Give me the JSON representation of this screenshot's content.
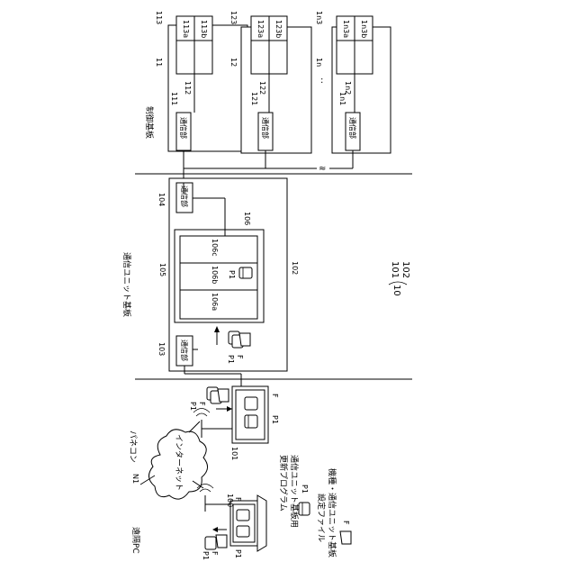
{
  "diagram": {
    "remote_pc": {
      "title": "遠隔PC",
      "ref": "100"
    },
    "internet": {
      "label": "インターネット",
      "ref": "N1"
    },
    "pasocon": {
      "title": "パネコン",
      "ref": "101"
    },
    "comm_unit_board": {
      "title": "通信ユニット基板",
      "ref": "102"
    },
    "comm_103": {
      "label": "通信部",
      "ref": "103"
    },
    "comm_104": {
      "label": "通信部",
      "ref": "104"
    },
    "memory": {
      "ref_outer": "105",
      "ref_inner": "106",
      "cells": [
        "106a",
        "106b",
        "106c"
      ]
    },
    "control_board_title": "制御基板",
    "boards": [
      {
        "ref": "11",
        "comm_label": "通信部",
        "comm_ref": "111",
        "mem_ref": "112",
        "outer_ref": "113",
        "cells": [
          "113a",
          "113b"
        ]
      },
      {
        "ref": "12",
        "comm_label": "通信部",
        "comm_ref": "121",
        "mem_ref": "122",
        "outer_ref": "123",
        "cells": [
          "123a",
          "123b"
        ]
      },
      {
        "ref": "1n",
        "comm_label": "通信部",
        "comm_ref": "1n1",
        "mem_ref": "1n2",
        "outer_ref": "1n3",
        "cells": [
          "1n3a",
          "1n3b"
        ]
      }
    ],
    "ellipsis": ":",
    "break_mark": "≈",
    "symbols": {
      "program": "P1",
      "file": "F"
    },
    "legend": {
      "program_line1": "更新プログラム",
      "program_line2": "通信ユニット基板用",
      "program_symbol": "P1",
      "file_line1": "設定ファイル",
      "file_line2": "機種・通信ユニット基板",
      "file_symbol": "F"
    },
    "system_ref": "10",
    "system_sub": [
      "101",
      "102"
    ]
  }
}
